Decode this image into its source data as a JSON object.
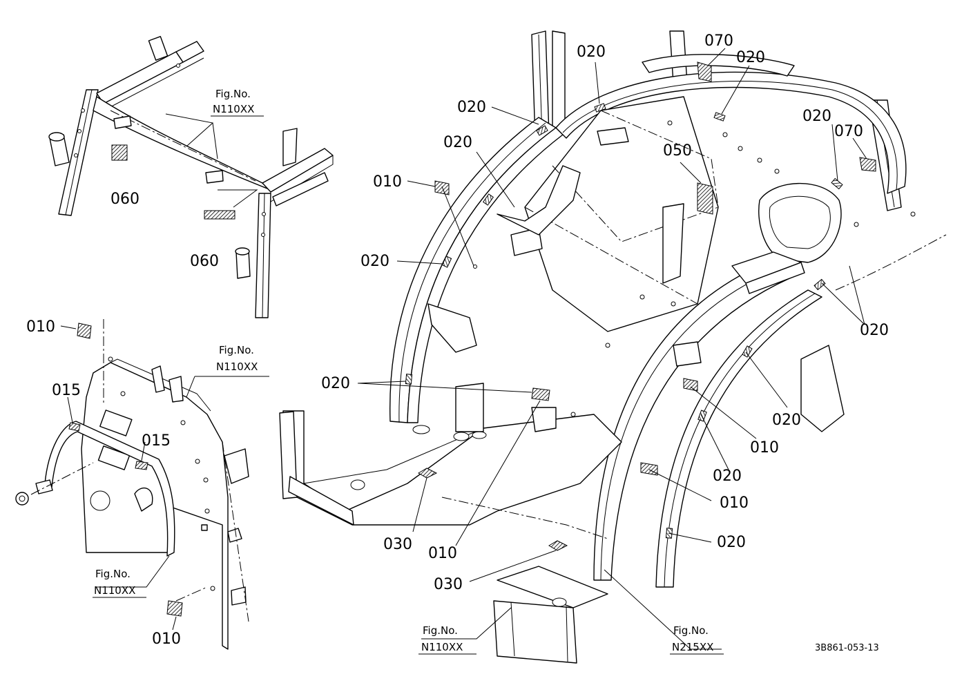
{
  "callouts": {
    "c060a": "060",
    "c060b": "060",
    "c010a": "010",
    "c015a": "015",
    "c015b": "015",
    "c010b": "010",
    "c020a": "020",
    "c020b": "020",
    "c020c": "020",
    "c020d": "020",
    "c020e": "020",
    "c020f": "020",
    "c020g": "020",
    "c020h": "020",
    "c020i": "020",
    "c020j": "020",
    "c020k": "020",
    "c070a": "070",
    "c070b": "070",
    "c050": "050",
    "c010c": "010",
    "c010d": "010",
    "c010e": "010",
    "c010f": "010",
    "c030a": "030",
    "c030b": "030"
  },
  "fig_refs": {
    "fig_label": "Fig.No.",
    "top_left": "N110XX",
    "mid_left": "N110XX",
    "bottom_left": "N110XX",
    "bottom_center": "N110XX",
    "bottom_right": "N215XX"
  },
  "document_id": "3B861-053-13"
}
